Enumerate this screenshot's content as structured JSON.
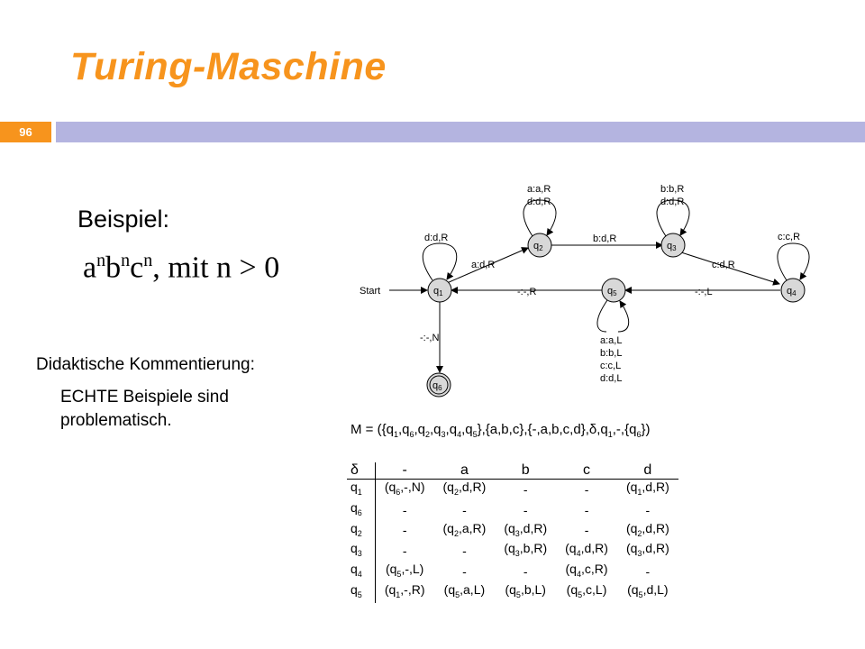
{
  "title": "Turing-Maschine",
  "slide_number": "96",
  "beispiel_label": "Beispiel:",
  "formula": {
    "base_a": "a",
    "base_b": "b",
    "base_c": "c",
    "exp": "n",
    "rest": ", mit n > 0"
  },
  "didaktik_label": "Didaktische Kommentierung:",
  "comment": "ECHTE Beispiele sind problematisch.",
  "diagram": {
    "start_label": "Start",
    "states": [
      "q1",
      "q2",
      "q3",
      "q4",
      "q5",
      "q6"
    ],
    "edges": {
      "q1_loop": "d:d,R",
      "q1_q2": "a:d,R",
      "q2_loop": [
        "a:a,R",
        "d:d,R"
      ],
      "q2_q3": "b:d,R",
      "q3_loop": [
        "b:b,R",
        "d:d,R"
      ],
      "q3_q4": "c:d,R",
      "q4_loop": "c:c,R",
      "q4_q5": "-:-,L",
      "q5_q1": "-:-,R",
      "q5_loop": [
        "a:a,L",
        "b:b,L",
        "c:c,L",
        "d:d,L"
      ],
      "q1_q6": "-:-,N"
    }
  },
  "machine_definition": "M = ({q1,q6,q2,q3,q4,q5},{a,b,c},{-,a,b,c,d},δ,q1,-,{q6})",
  "table": {
    "headers": [
      "δ",
      "-",
      "a",
      "b",
      "c",
      "d"
    ],
    "rows": [
      {
        "state": "q1",
        "cells": [
          "(q6,-,N)",
          "(q2,d,R)",
          "-",
          "-",
          "(q1,d,R)"
        ]
      },
      {
        "state": "q6",
        "cells": [
          "-",
          "-",
          "-",
          "-",
          "-"
        ]
      },
      {
        "state": "q2",
        "cells": [
          "-",
          "(q2,a,R)",
          "(q3,d,R)",
          "-",
          "(q2,d,R)"
        ]
      },
      {
        "state": "q3",
        "cells": [
          "-",
          "-",
          "(q3,b,R)",
          "(q4,d,R)",
          "(q3,d,R)"
        ]
      },
      {
        "state": "q4",
        "cells": [
          "(q5,-,L)",
          "-",
          "-",
          "(q4,c,R)",
          "-"
        ]
      },
      {
        "state": "q5",
        "cells": [
          "(q1,-,R)",
          "(q5,a,L)",
          "(q5,b,L)",
          "(q5,c,L)",
          "(q5,d,L)"
        ]
      }
    ]
  },
  "colors": {
    "accent": "#f7941d",
    "bar": "#b4b4e0",
    "state_fill": "#d8d8d8"
  }
}
